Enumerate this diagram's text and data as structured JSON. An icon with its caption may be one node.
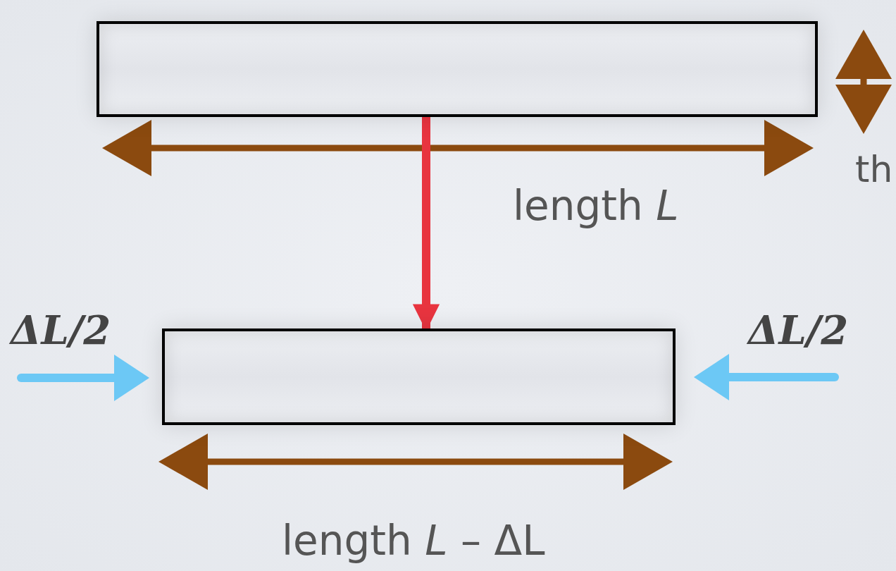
{
  "diagram": {
    "nodes": [
      {
        "text": [],
        "shape": "bar"
      },
      {
        "text": [],
        "shape": "bar"
      }
    ],
    "edges": [
      {
        "from": 0,
        "to": 1,
        "arrow": "to"
      }
    ],
    "labels": [
      "th",
      "length *L*",
      "ΔL/2",
      "ΔL/2",
      "length *L* – ΔL"
    ]
  }
}
